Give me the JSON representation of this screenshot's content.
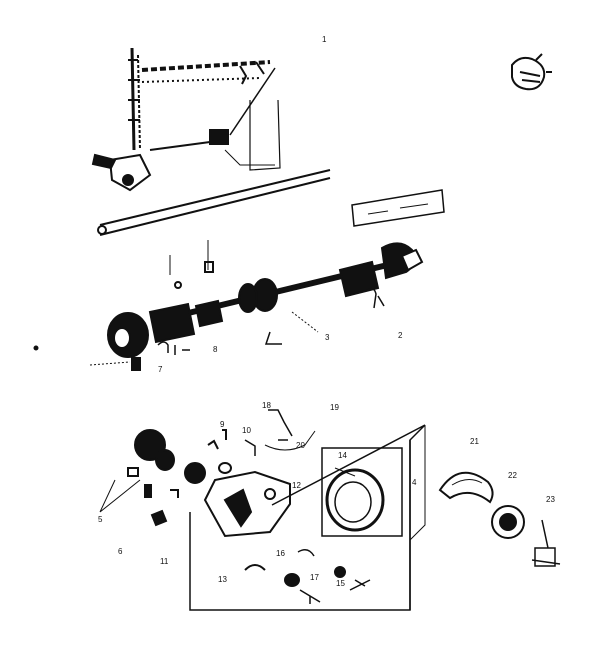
{
  "diagram": {
    "callouts": [
      "1",
      "2",
      "3",
      "4",
      "5",
      "6",
      "7",
      "8",
      "9",
      "10",
      "11",
      "12",
      "13",
      "14",
      "15",
      "16",
      "17",
      "18",
      "19",
      "20",
      "21",
      "22",
      "23"
    ]
  },
  "colors": {
    "ink": "#111111",
    "paper": "#ffffff"
  }
}
